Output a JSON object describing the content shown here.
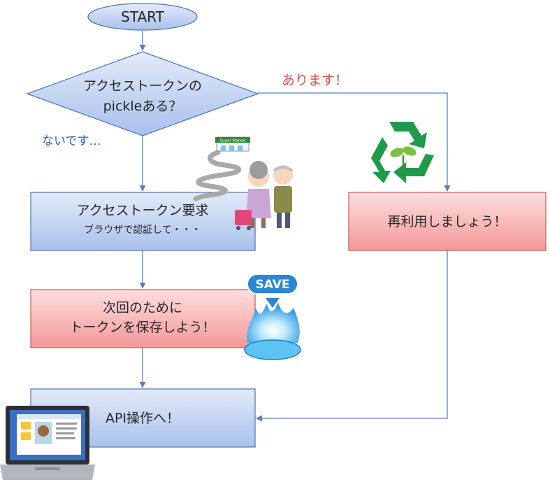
{
  "nodes": {
    "start": {
      "label": "START"
    },
    "decision": {
      "line1": "アクセストークンの",
      "line2": "pickleある？"
    },
    "request": {
      "line1": "アクセストークン要求",
      "line2": "ブラウザで認証して・・・"
    },
    "save": {
      "line1": "次回のために",
      "line2": "トークンを保存しよう！"
    },
    "reuse": {
      "label": "再利用しましょう！"
    },
    "api": {
      "label": "API操作へ！"
    }
  },
  "edges": {
    "yes_label": "あります！",
    "no_label": "ないです…"
  },
  "illustrations": {
    "supermarket_sign": "Super Market",
    "save_badge": "SAVE"
  },
  "colors": {
    "blue_fill_top": "#dde7f8",
    "blue_fill_bottom": "#a8c0ec",
    "blue_border": "#4d72b8",
    "red_fill_top": "#ffd9d9",
    "red_fill_bottom": "#f59a9a",
    "red_border": "#c9585a",
    "arrow": "#5a7fc0",
    "yes_text": "#e04a4a",
    "no_text": "#2f5fa8"
  }
}
